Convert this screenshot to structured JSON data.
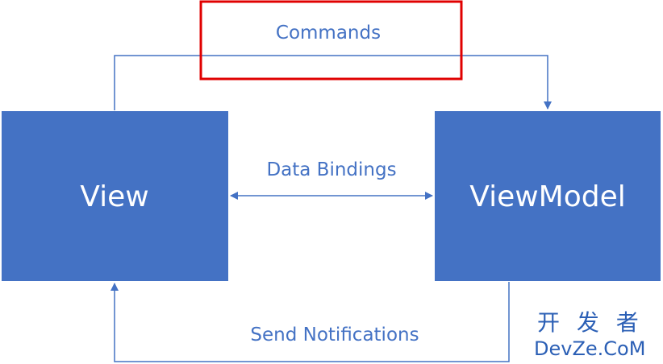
{
  "nodes": {
    "view": {
      "label": "View"
    },
    "viewmodel": {
      "label": "ViewModel"
    }
  },
  "edges": {
    "commands": {
      "label": "Commands"
    },
    "data_bindings": {
      "label": "Data Bindings"
    },
    "send_notifications": {
      "label": "Send Notifications"
    }
  },
  "watermark": {
    "chinese": "开 发 者",
    "english": "DevZe.CoM"
  },
  "colors": {
    "box_fill": "#4472c4",
    "line": "#4472c4",
    "label_text": "#4472c4",
    "highlight_border": "#e00000",
    "watermark": "#2b5fb5"
  }
}
